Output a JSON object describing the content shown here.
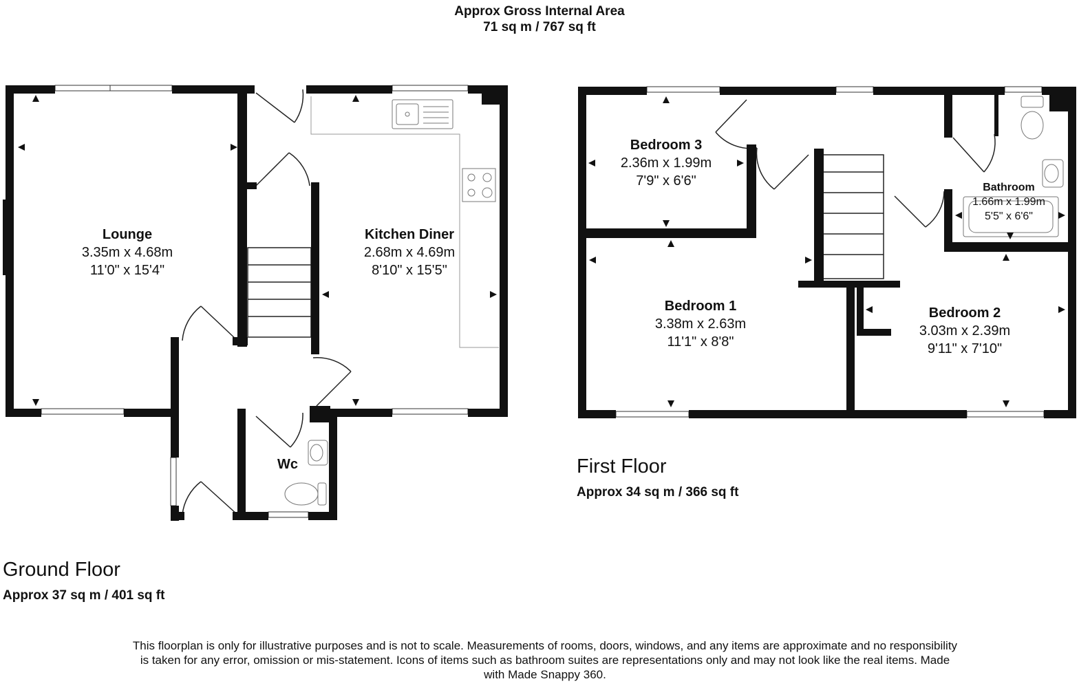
{
  "header": {
    "line1": "Approx Gross Internal Area",
    "line2": "71 sq m / 767 sq ft"
  },
  "ground_floor": {
    "title": "Ground Floor",
    "area": "Approx 37 sq m / 401 sq ft",
    "rooms": {
      "lounge": {
        "name": "Lounge",
        "metric": "3.35m x 4.68m",
        "imperial": "11'0\" x 15'4\""
      },
      "kitchen": {
        "name": "Kitchen Diner",
        "metric": "2.68m x 4.69m",
        "imperial": "8'10\" x 15'5\""
      },
      "wc": {
        "name": "Wc"
      }
    }
  },
  "first_floor": {
    "title": "First Floor",
    "area": "Approx 34 sq m / 366 sq ft",
    "rooms": {
      "bedroom3": {
        "name": "Bedroom 3",
        "metric": "2.36m x 1.99m",
        "imperial": "7'9\" x 6'6\""
      },
      "bedroom1": {
        "name": "Bedroom 1",
        "metric": "3.38m x 2.63m",
        "imperial": "11'1\" x 8'8\""
      },
      "bedroom2": {
        "name": "Bedroom 2",
        "metric": "3.03m x 2.39m",
        "imperial": "9'11\" x 7'10\""
      },
      "bathroom": {
        "name": "Bathroom",
        "metric": "1.66m x 1.99m",
        "imperial": "5'5\" x 6'6\""
      }
    }
  },
  "disclaimer": "This floorplan is only for illustrative purposes and is not to scale. Measurements of rooms, doors, windows, and any items are approximate and no responsibility is taken for any error, omission or mis-statement. Icons of items such as bathroom suites are representations only and may not look like the real items. Made with Made Snappy 360.",
  "colors": {
    "wall": "#111111",
    "fixture": "#888888",
    "background": "#ffffff"
  }
}
